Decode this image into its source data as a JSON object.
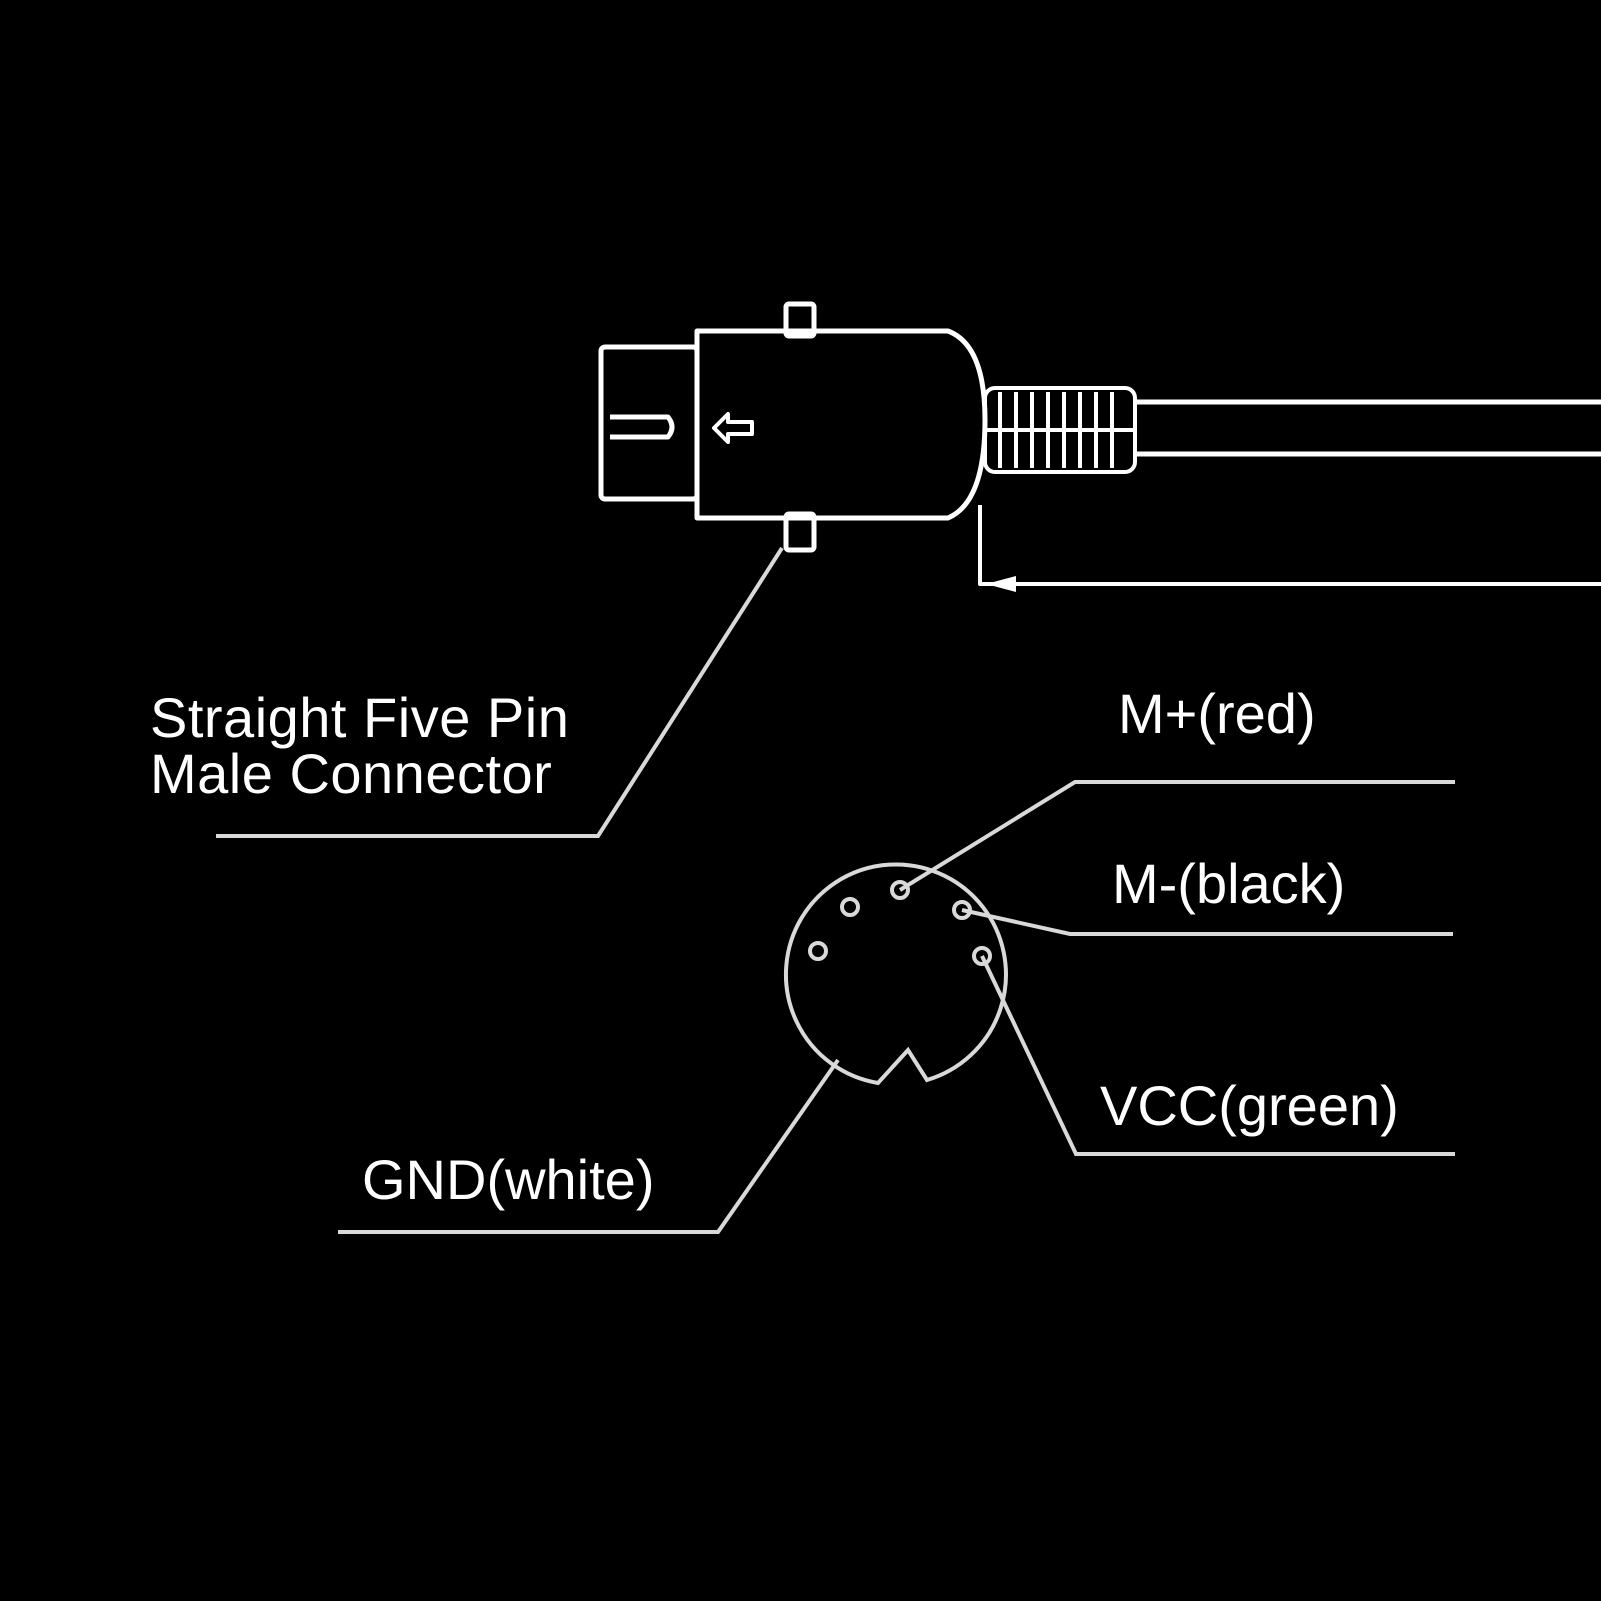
{
  "diagram": {
    "connector_label_line1": "Straight Five Pin",
    "connector_label_line2": "Male Connector",
    "pins": {
      "m_plus": "M+(red)",
      "m_minus": "M-(black)",
      "vcc": "VCC(green)",
      "gnd": "GND(white)"
    }
  },
  "colors": {
    "background": "#000000",
    "line": "#ffffff",
    "leader": "#d9d9d9"
  }
}
